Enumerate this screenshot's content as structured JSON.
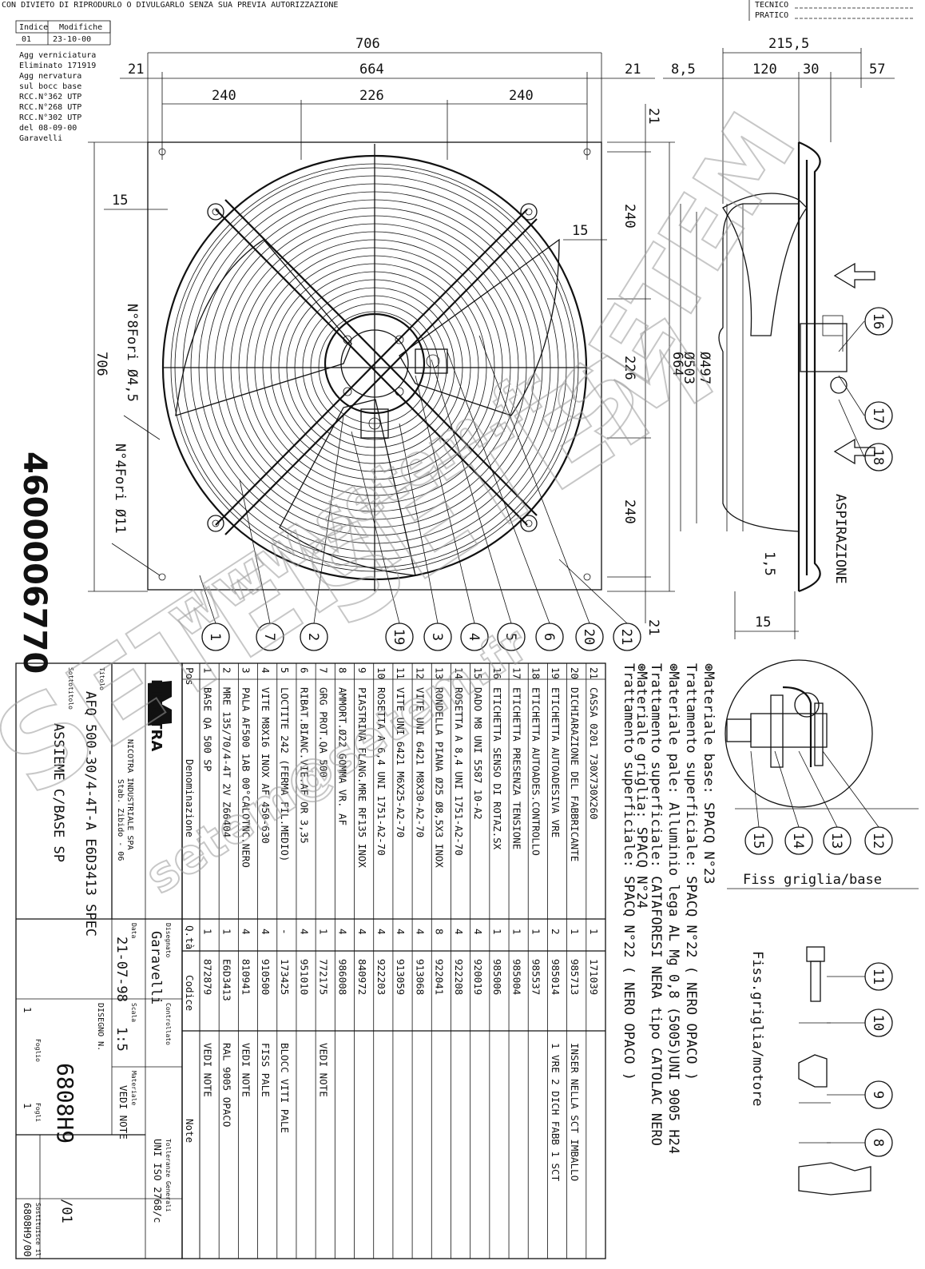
{
  "header": {
    "notice": "CON DIVIETO DI RIPRODURLO O DIVULGARLO SENZA SUA PREVIA AUTORIZZAZIONE",
    "tecnico": "TECNICO",
    "pratico": "PRATICO"
  },
  "revisions": {
    "col_index": "Indice",
    "col_changes": "Modifiche",
    "index": "01",
    "date": "23-10-00",
    "notes": [
      "Agg verniciatura",
      "Eliminato 171919",
      "Agg nervatura",
      "sul bocc base",
      "RCC.N°362   UTP",
      "RCC.N°268   UTP",
      "RCC.N°302   UTP",
      "del 08-09-00",
      "Garavelli"
    ]
  },
  "drawing_number_vertical": "4600006770",
  "front_view": {
    "dims": {
      "overall_width": "706",
      "inner_width": "664",
      "margin_left": "21",
      "margin_right": "21",
      "seg_left": "240",
      "seg_mid": "226",
      "seg_right": "240",
      "side_top": "21",
      "side_240_a": "240",
      "side_226": "226",
      "side_240_b": "240",
      "side_bottom": "21",
      "side_664": "664",
      "left_706": "706",
      "hole_offset_left": "15",
      "hole_offset_right": "15"
    },
    "hole_label_a": "N°8Fori Ø4,5",
    "hole_label_b": "N°4Fori Ø11",
    "callouts": [
      "1",
      "7",
      "2",
      "19",
      "3",
      "4",
      "5",
      "6",
      "20",
      "21"
    ]
  },
  "side_view": {
    "dims": {
      "overall": "215,5",
      "offset": "8,5",
      "body": "120",
      "flange": "30",
      "rear": "57",
      "dia_497": "Ø497",
      "dia_503": "Ø503",
      "bottom": "15",
      "wall": "1,5"
    },
    "aspirazione": "ASPIRAZIONE",
    "callouts": [
      "16",
      "17",
      "18"
    ]
  },
  "materials": [
    "⊛Materiale base: SPACQ N°23",
    "  Trattamento superficiale: SPACQ N°22 ( NERO OPACO )",
    "⊛Materiale pale: Alluminio lega AL Mg 0,8 (5005)UNI 9005 H24",
    "  Trattamento superficiale: CATAFORESI NERA tipo CATOLAC NERO",
    "⊛Materiale griglia: SPACQ N°24",
    "  Trattamento superficiale: SPACQ  N°22 ( NERO OPACO )"
  ],
  "detail_grid_base": {
    "caption": "Fiss griglia/base",
    "callouts": [
      "15",
      "14",
      "13",
      "12"
    ]
  },
  "detail_grid_motor": {
    "caption": "Fiss.griglia/motore",
    "callouts": [
      "11",
      "10",
      "9",
      "8"
    ]
  },
  "bom": {
    "headers": {
      "pos": "Pos",
      "name": "Denominazione",
      "qty": "Q.tà",
      "code": "Codice",
      "note": "Note"
    },
    "rows": [
      {
        "pos": "21",
        "name": "CASSA 0201 730X730X260",
        "qty": "1",
        "code": "171039",
        "note": ""
      },
      {
        "pos": "20",
        "name": "DICHIARAZIONE DEL FABBRICANTE",
        "qty": "1",
        "code": "985713",
        "note": "INSER NELLA SCT IMBALLO"
      },
      {
        "pos": "19",
        "name": "ETICHETTA AUTOADESIVA VRE",
        "qty": "2",
        "code": "985014",
        "note": "1 VRE 2 DICH FABB 1 SCT"
      },
      {
        "pos": "18",
        "name": "ETICHETTA AUTOADES.CONTROLLO",
        "qty": "1",
        "code": "985537",
        "note": ""
      },
      {
        "pos": "17",
        "name": "ETICHETTA PRESENZA TENSIONE",
        "qty": "1",
        "code": "985004",
        "note": ""
      },
      {
        "pos": "16",
        "name": "ETICHETTA SENSO DI ROTAZ.SX",
        "qty": "1",
        "code": "985006",
        "note": ""
      },
      {
        "pos": "15",
        "name": "DADO M8 UNI 5587 10-A2",
        "qty": "4",
        "code": "920019",
        "note": ""
      },
      {
        "pos": "14",
        "name": "ROSETTA A 8,4 UNI 1751-A2-70",
        "qty": "4",
        "code": "922208",
        "note": ""
      },
      {
        "pos": "13",
        "name": "RONDELLA PIANA Ø25 Ø8,5X3 INOX",
        "qty": "8",
        "code": "922041",
        "note": ""
      },
      {
        "pos": "12",
        "name": "VITE UNI 6421 M8X30-A2-70",
        "qty": "4",
        "code": "913068",
        "note": ""
      },
      {
        "pos": "11",
        "name": "VITE UNI 6421 M6X25-A2-70",
        "qty": "4",
        "code": "913059",
        "note": ""
      },
      {
        "pos": "10",
        "name": "ROSETTA A 6,4 UNI 1751-A2-70",
        "qty": "4",
        "code": "922203",
        "note": ""
      },
      {
        "pos": "9",
        "name": "PIASTRINA FLANG.MRE RF135 INOX",
        "qty": "4",
        "code": "840972",
        "note": ""
      },
      {
        "pos": "8",
        "name": "AMMORT.Ø22 GOMMA VR. AF",
        "qty": "4",
        "code": "986008",
        "note": ""
      },
      {
        "pos": "7",
        "name": "GRG PROT.QA 500",
        "qty": "1",
        "code": "772175",
        "note": "VEDI NOTE"
      },
      {
        "pos": "6",
        "name": "RIBAT.BIANC.VIE.AF OR 3,35",
        "qty": "4",
        "code": "951010",
        "note": ""
      },
      {
        "pos": "5",
        "name": "LOCTITE 242 (FERMA FIL.MEDIO)",
        "qty": "-",
        "code": "173425",
        "note": "BLOCC VITI PALE"
      },
      {
        "pos": "4",
        "name": "VITE M8X16 INOX AF 450-630",
        "qty": "4",
        "code": "910500",
        "note": "FISS PALE"
      },
      {
        "pos": "3",
        "name": "PALA AF500 1AB 00°CALOTNC.NERO",
        "qty": "4",
        "code": "810941",
        "note": "VEDI NOTE"
      },
      {
        "pos": "2",
        "name": "MRE 135/70/4-4T 2V Z66404",
        "qty": "1",
        "code": "E6D3413",
        "note": "RAL 9005 OPACO"
      },
      {
        "pos": "1",
        "name": "BASE QA 500  SP",
        "qty": "1",
        "code": "872879",
        "note": "VEDI NOTE"
      }
    ]
  },
  "title_block": {
    "company": "NICOTRA",
    "company_full": "NICOTRA INDUSTRIALE SPA",
    "plant": "Stab. Zibido - 06",
    "title_label": "Titolo",
    "title": "AFQ 500-30/4-4T-A E6D3413 SPEC",
    "subtitle_label": "Sottotitolo",
    "subtitle": "ASSIEME C/BASE SP",
    "drawn_label": "Disegnato",
    "drawn_by": "Garavelli",
    "date_label": "Data",
    "date": "21-07-98",
    "checked_label": "Controllato",
    "scale_label": "Scala",
    "scale": "1:5",
    "material_label": "Materiale",
    "material": "VEDI NOTE",
    "tolerance_label": "Tolleranze Generali",
    "tolerance": "UNI ISO 2768/c",
    "drawing_label": "DISEGNO N.",
    "drawing_no": "6808H9",
    "revision": "/01",
    "sheet_label": "Foglio",
    "sheet": "1",
    "sheets_label": "Fogli",
    "sheets": "1",
    "replaces_label": "Sostituisce il",
    "replaces": "6808H9/00"
  },
  "watermarks": [
    "SETEM",
    "www.setem.fr",
    "setem@setem.fr"
  ]
}
